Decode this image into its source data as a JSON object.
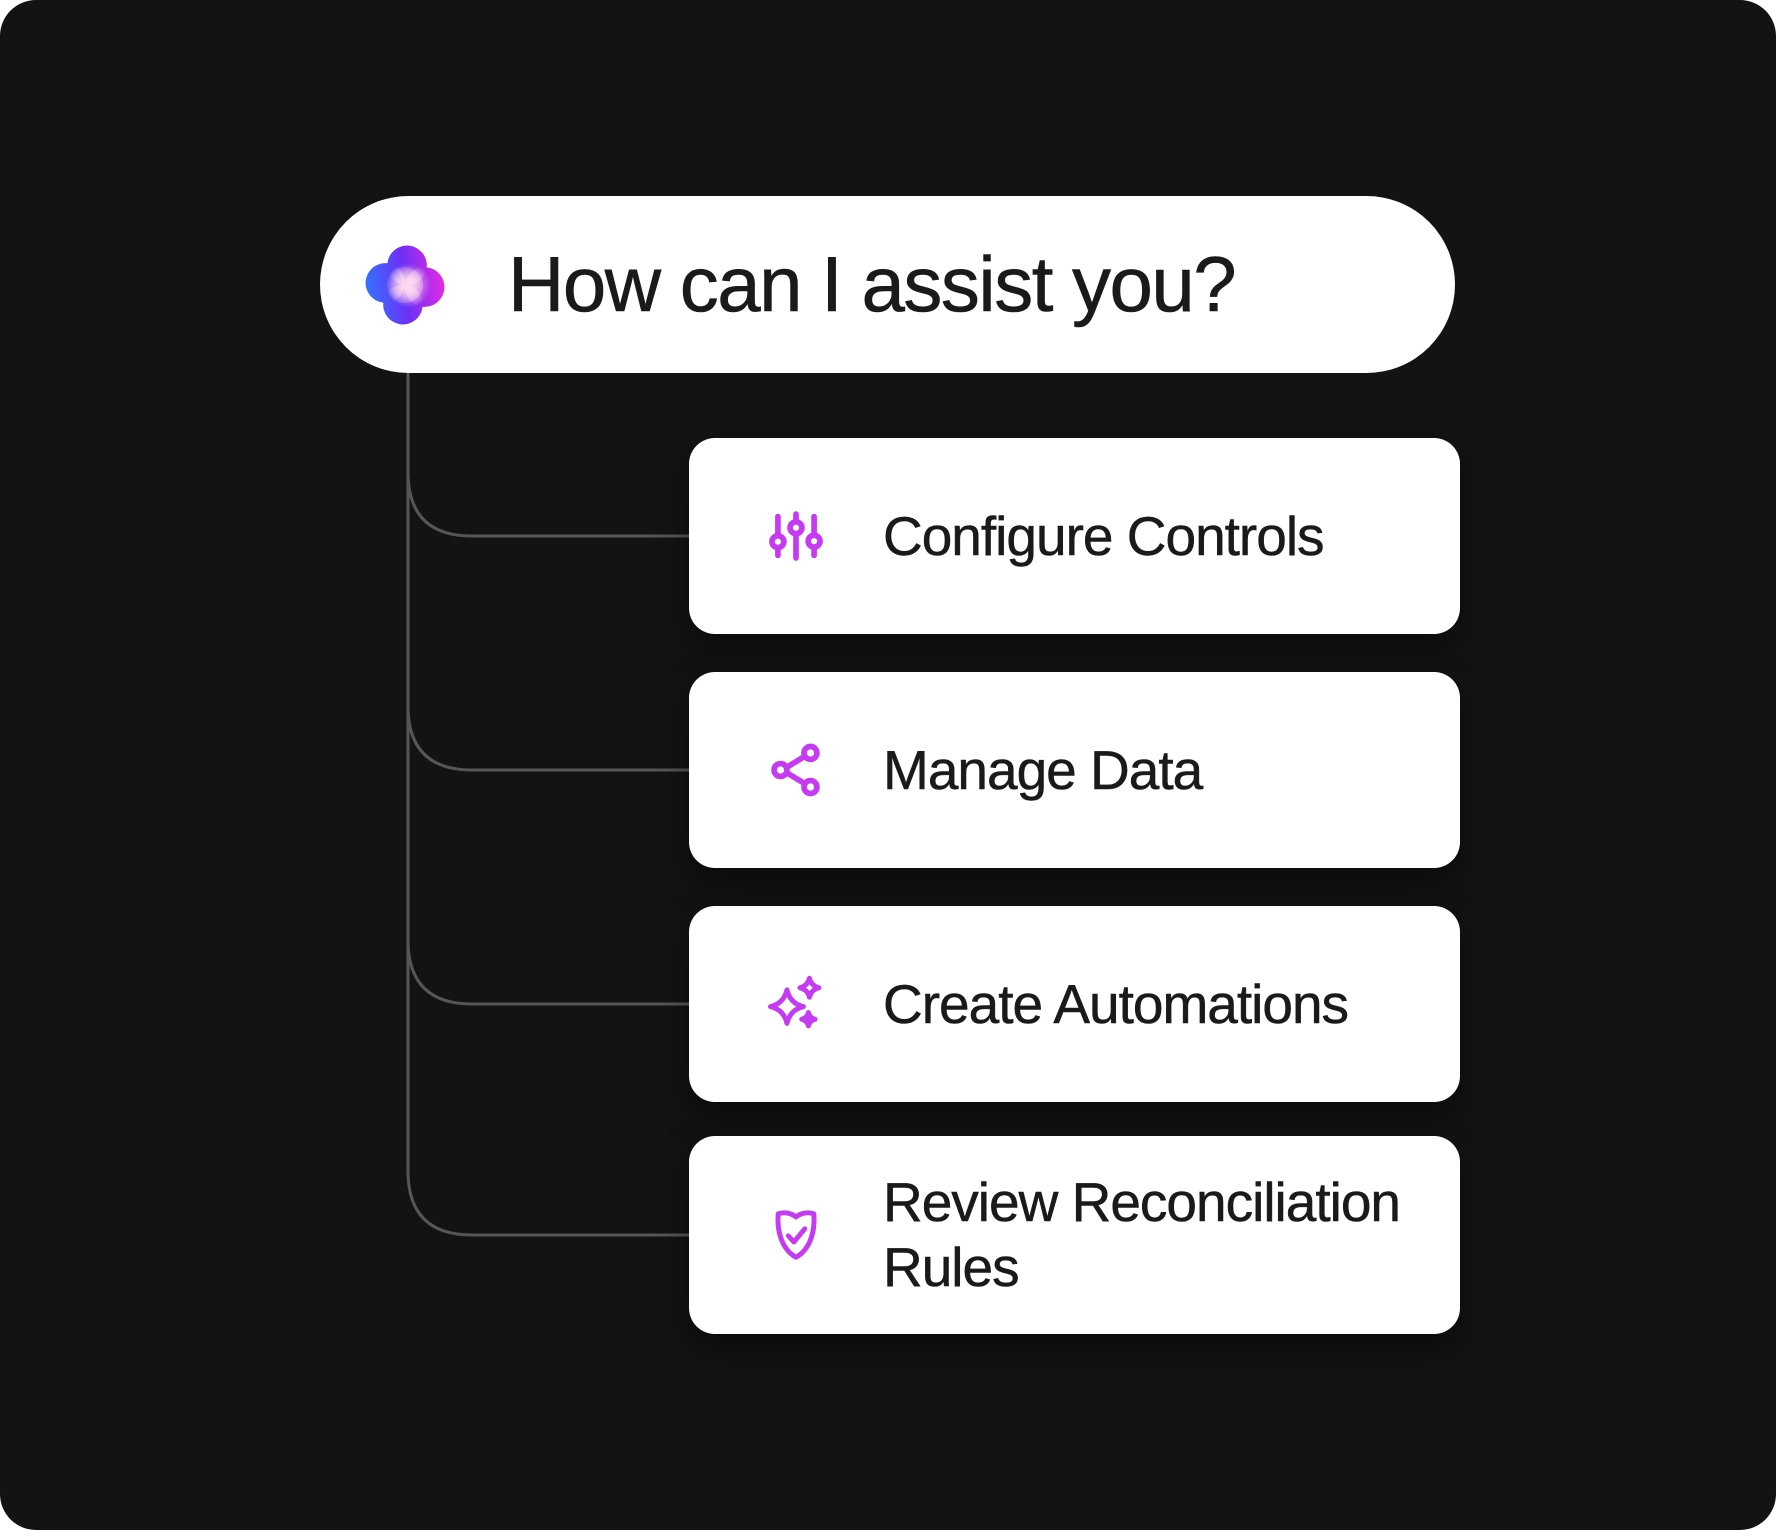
{
  "canvas": {
    "bg": "#131313",
    "page_bg": "#ffffff",
    "corner_radius": 36
  },
  "colors": {
    "accent": "#c43bf2",
    "connector": "#565656",
    "card_bg": "#ffffff",
    "text_dark": "#1a1a1a",
    "blob_left": "#2e7bff",
    "blob_mid": "#6d2ff5",
    "blob_right": "#f42ae1",
    "blob_highlight": "#ffdaf0"
  },
  "assistant": {
    "prompt": "How can I assist you?",
    "icon": "ai-spark-blob-icon"
  },
  "options": [
    {
      "id": "configure-controls",
      "label": "Configure Controls",
      "icon": "sliders-icon"
    },
    {
      "id": "manage-data",
      "label": "Manage Data",
      "icon": "share-nodes-icon"
    },
    {
      "id": "create-automations",
      "label": "Create Automations",
      "icon": "sparkles-icon"
    },
    {
      "id": "review-reconciliation-rules",
      "label": "Review Reconciliation Rules",
      "icon": "shield-check-icon"
    }
  ]
}
